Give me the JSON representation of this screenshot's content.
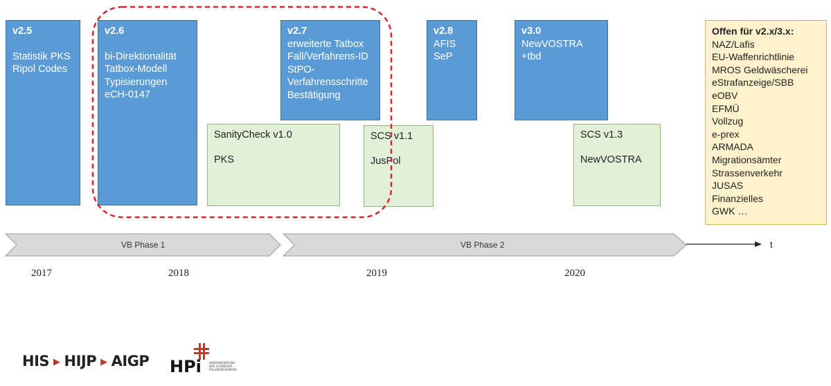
{
  "boxes_blue": [
    {
      "version": "v2.5",
      "lines": [
        "Statistik PKS",
        "Ripol Codes"
      ],
      "blank_after_version": true
    },
    {
      "version": "v2.6",
      "lines": [
        "bi-Direktionalität",
        "Tatbox-Modell",
        "Typisierungen",
        "eCH-0147"
      ],
      "blank_after_version": true
    },
    {
      "version": "v2.7",
      "lines": [
        "erweiterte Tatbox",
        "Fall/Verfahrens-ID",
        "StPO-",
        "Verfahrensschritte",
        "Bestätigung"
      ],
      "blank_after_version": false
    },
    {
      "version": "v2.8",
      "lines": [
        "AFIS",
        "SeP"
      ],
      "blank_after_version": false
    },
    {
      "version": "v3.0",
      "lines": [
        "NewVOSTRA",
        "+tbd"
      ],
      "blank_after_version": false
    }
  ],
  "boxes_green": [
    {
      "title": "SanityCheck v1.0",
      "sub": "PKS"
    },
    {
      "title": "SCS v1.1",
      "sub": "JusPol"
    },
    {
      "title": "SCS v1.3",
      "sub": "NewVOSTRA"
    }
  ],
  "open_box": {
    "heading": "Offen für v2.x/3.x:",
    "items": [
      "NAZ/Lafis",
      "EU-Waffenrichtlinie",
      "MROS Geldwäscherei",
      "eStrafanzeige/SBB",
      "eOBV",
      "EFMÜ",
      "Vollzug",
      "e-prex",
      "ARMADA",
      "Migrationsämter",
      "Strassenverkehr",
      "JUSAS",
      "Finanzielles",
      "GWK …"
    ]
  },
  "phases": [
    "VB Phase 1",
    "VB Phase 2"
  ],
  "axis_label": "t",
  "years": [
    "2017",
    "2018",
    "2019",
    "2020"
  ],
  "colors": {
    "blue": "#5b9bd5",
    "green": "#e2f0d9",
    "yellow": "#fff2cc",
    "highlight": "#d9232d",
    "arrow": "#d9d9d9"
  },
  "logos": {
    "his_parts": [
      "HIS",
      "HIJP",
      "AIGP"
    ],
    "hpi_mark": "HPi",
    "hpi_small": [
      "HARMONISIERUNG",
      "DER SCHWEIZER",
      "POLIZEIINFORMATIK"
    ]
  }
}
